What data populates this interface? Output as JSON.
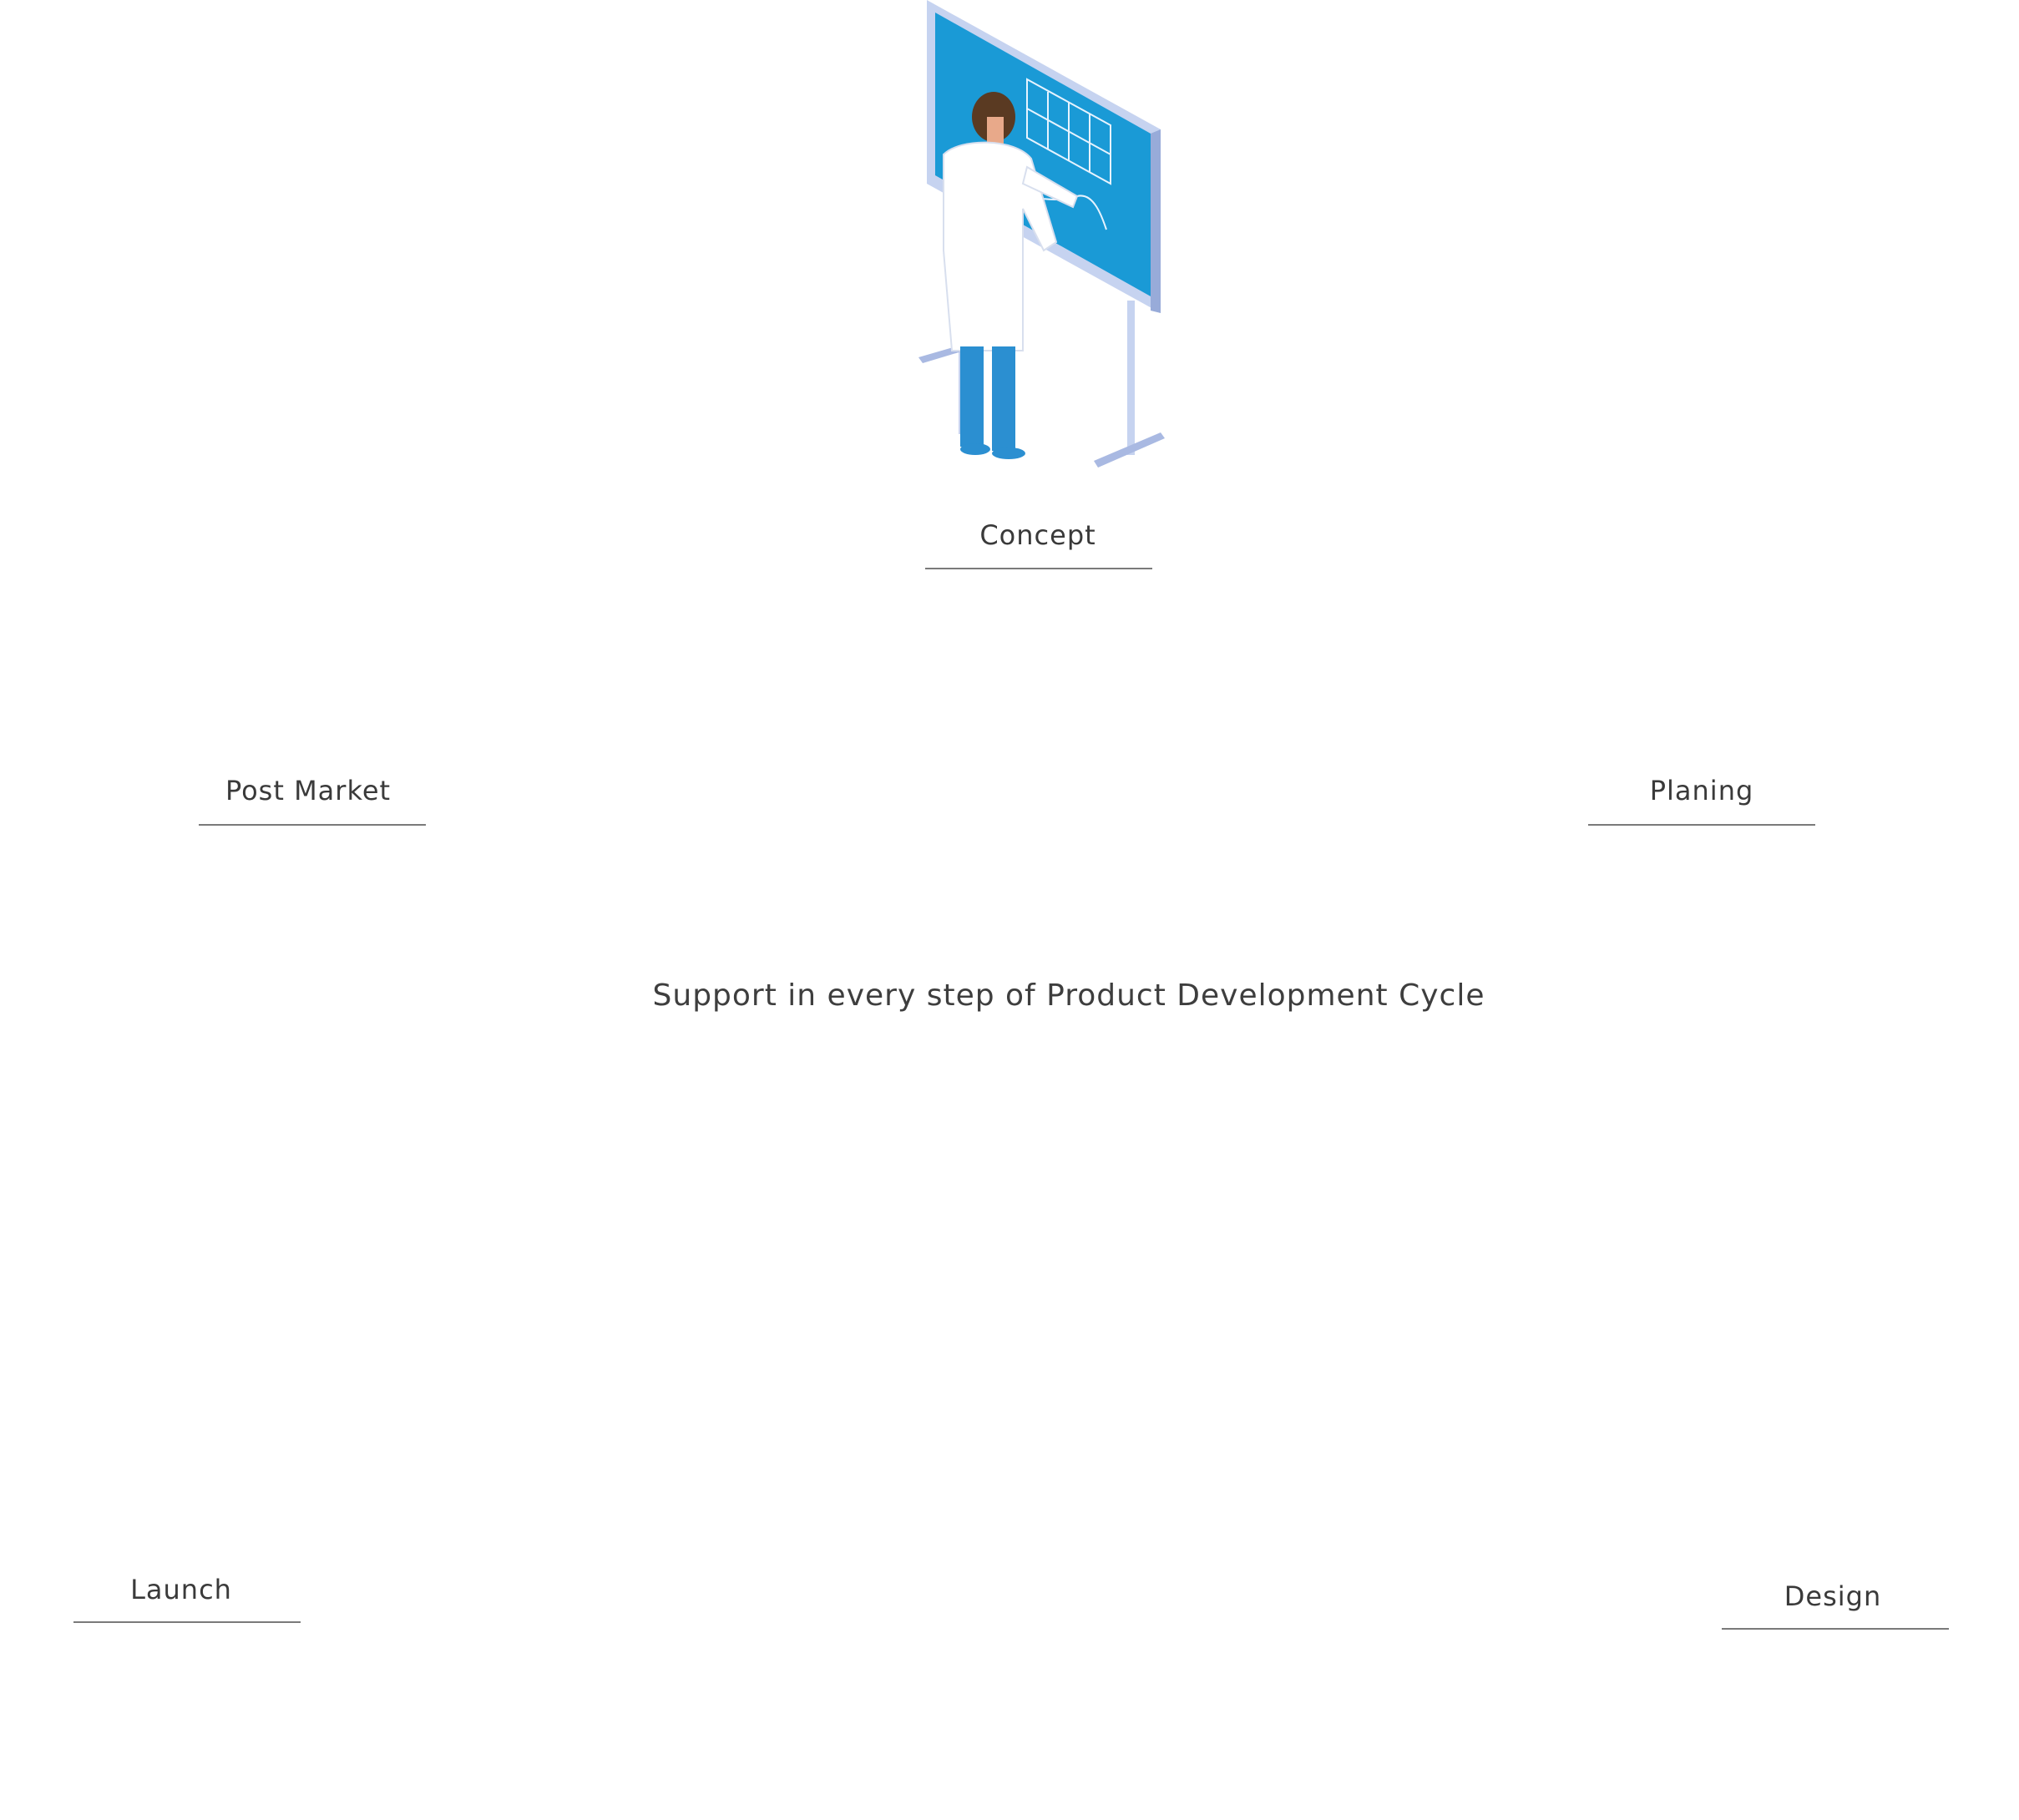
{
  "headline": "Support in every step of Product Development Cycle",
  "stages": {
    "concept": "Concept",
    "planing": "Planing",
    "design": "Design",
    "bottom": "",
    "launch": "Launch",
    "post_market": "Post Market"
  },
  "colors": {
    "arrow": "#1a3a8c",
    "label_rule": "#7a7a7a",
    "coat": "#ffffff",
    "pants": "#2b8fd1",
    "board": "#1a9ad6",
    "furniture": "#b9c8ea",
    "furniture_dark": "#8fa3d6",
    "hair": "#5a3a22",
    "accent_red": "#e0333b",
    "accent_green": "#2d6b4a",
    "accent_orange": "#f29a1f"
  },
  "icons": [
    "whiteboard-icon",
    "planning-board-icon",
    "lab-desk-microscope-icon",
    "storage-cabinet-icon",
    "chemistry-table-icon",
    "fume-hood-icon"
  ]
}
